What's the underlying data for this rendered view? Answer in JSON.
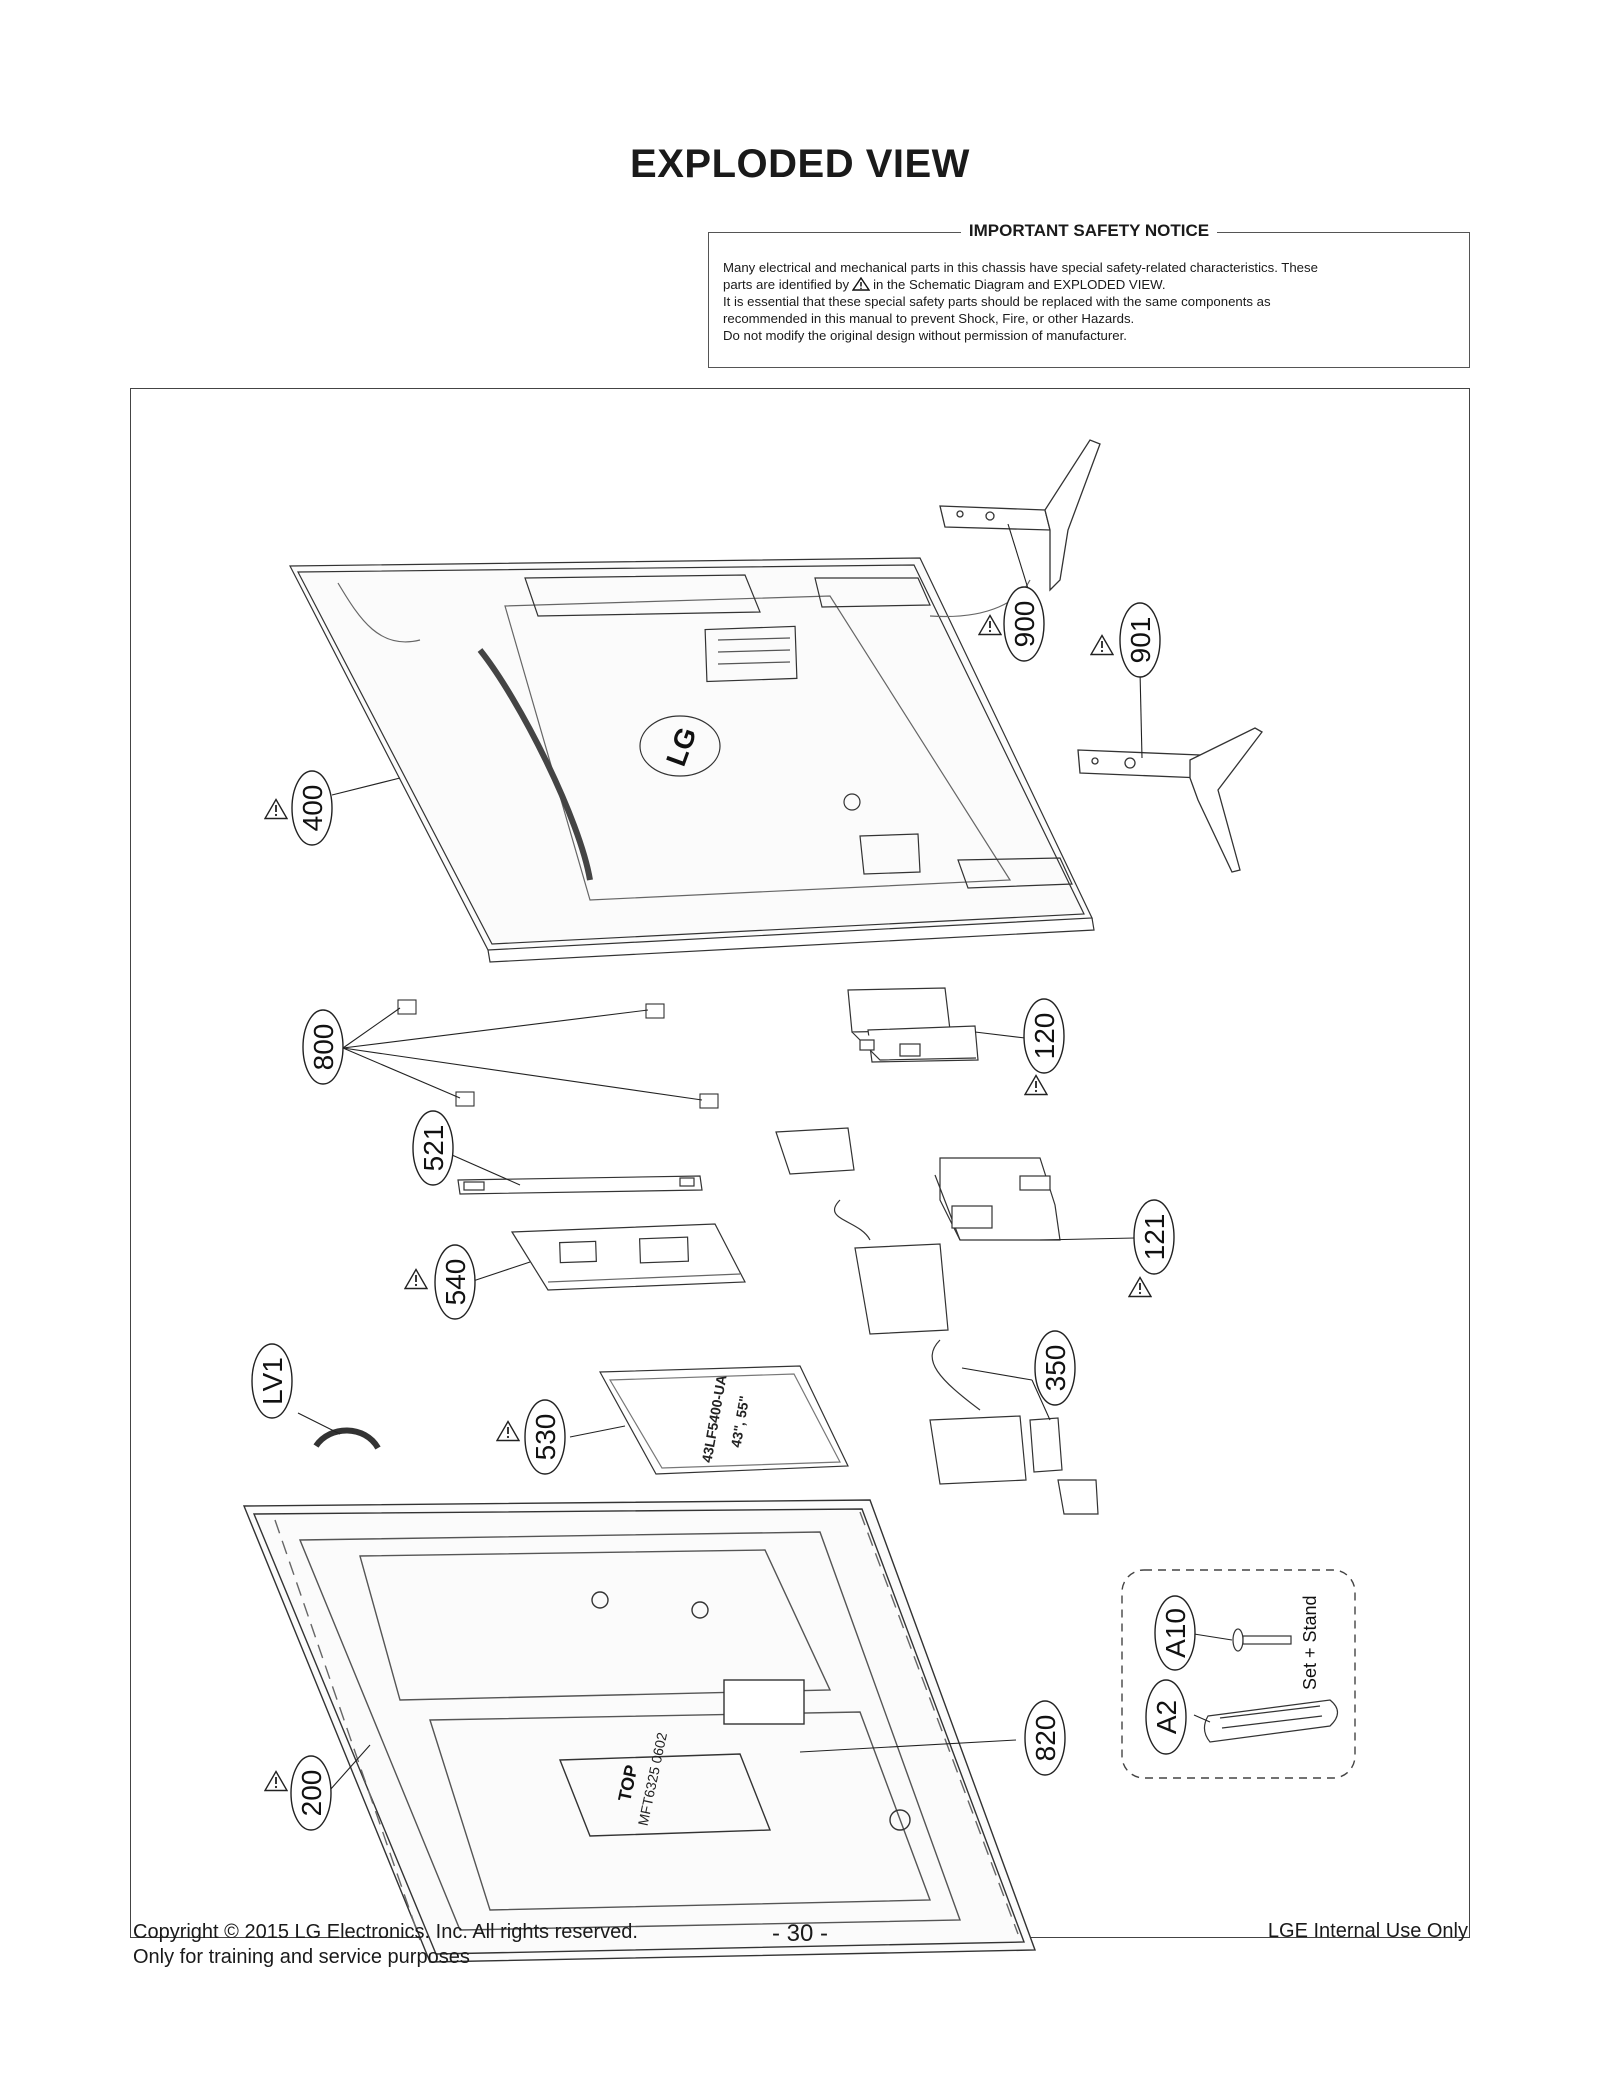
{
  "page_title": "EXPLODED VIEW",
  "notice": {
    "heading": "IMPORTANT SAFETY NOTICE",
    "line1": "Many electrical and mechanical parts in this chassis have special safety-related characteristics. These",
    "line2_before": "parts are identified by",
    "line2_after": "in the Schematic Diagram and EXPLODED VIEW.",
    "line3": "It is essential that these special safety parts should be replaced with the same components as",
    "line4": "recommended in this manual to prevent Shock, Fire, or other Hazards.",
    "line5": "Do not modify the original design without permission of manufacturer."
  },
  "callouts": {
    "c900": "900",
    "c901": "901",
    "c400": "400",
    "c800": "800",
    "c120": "120",
    "c521": "521",
    "c121": "121",
    "c540": "540",
    "cLV1": "LV1",
    "c530": "530",
    "c350": "350",
    "cA10": "A10",
    "cA2": "A2",
    "c200": "200",
    "c820": "820"
  },
  "part_labels": {
    "lg_logo": "LG",
    "set_stand": "Set + Stand",
    "top_label": "TOP",
    "panel_model": "43LF5400-UA",
    "panel_size": "43\", 55\"",
    "tray_code": "MFT6325 0602"
  },
  "footer": {
    "copyright": "Copyright  © 2015 LG Electronics. Inc. All rights reserved.",
    "training": "Only for training and service purposes",
    "page_number": "- 30 -",
    "internal": "LGE Internal Use Only"
  }
}
